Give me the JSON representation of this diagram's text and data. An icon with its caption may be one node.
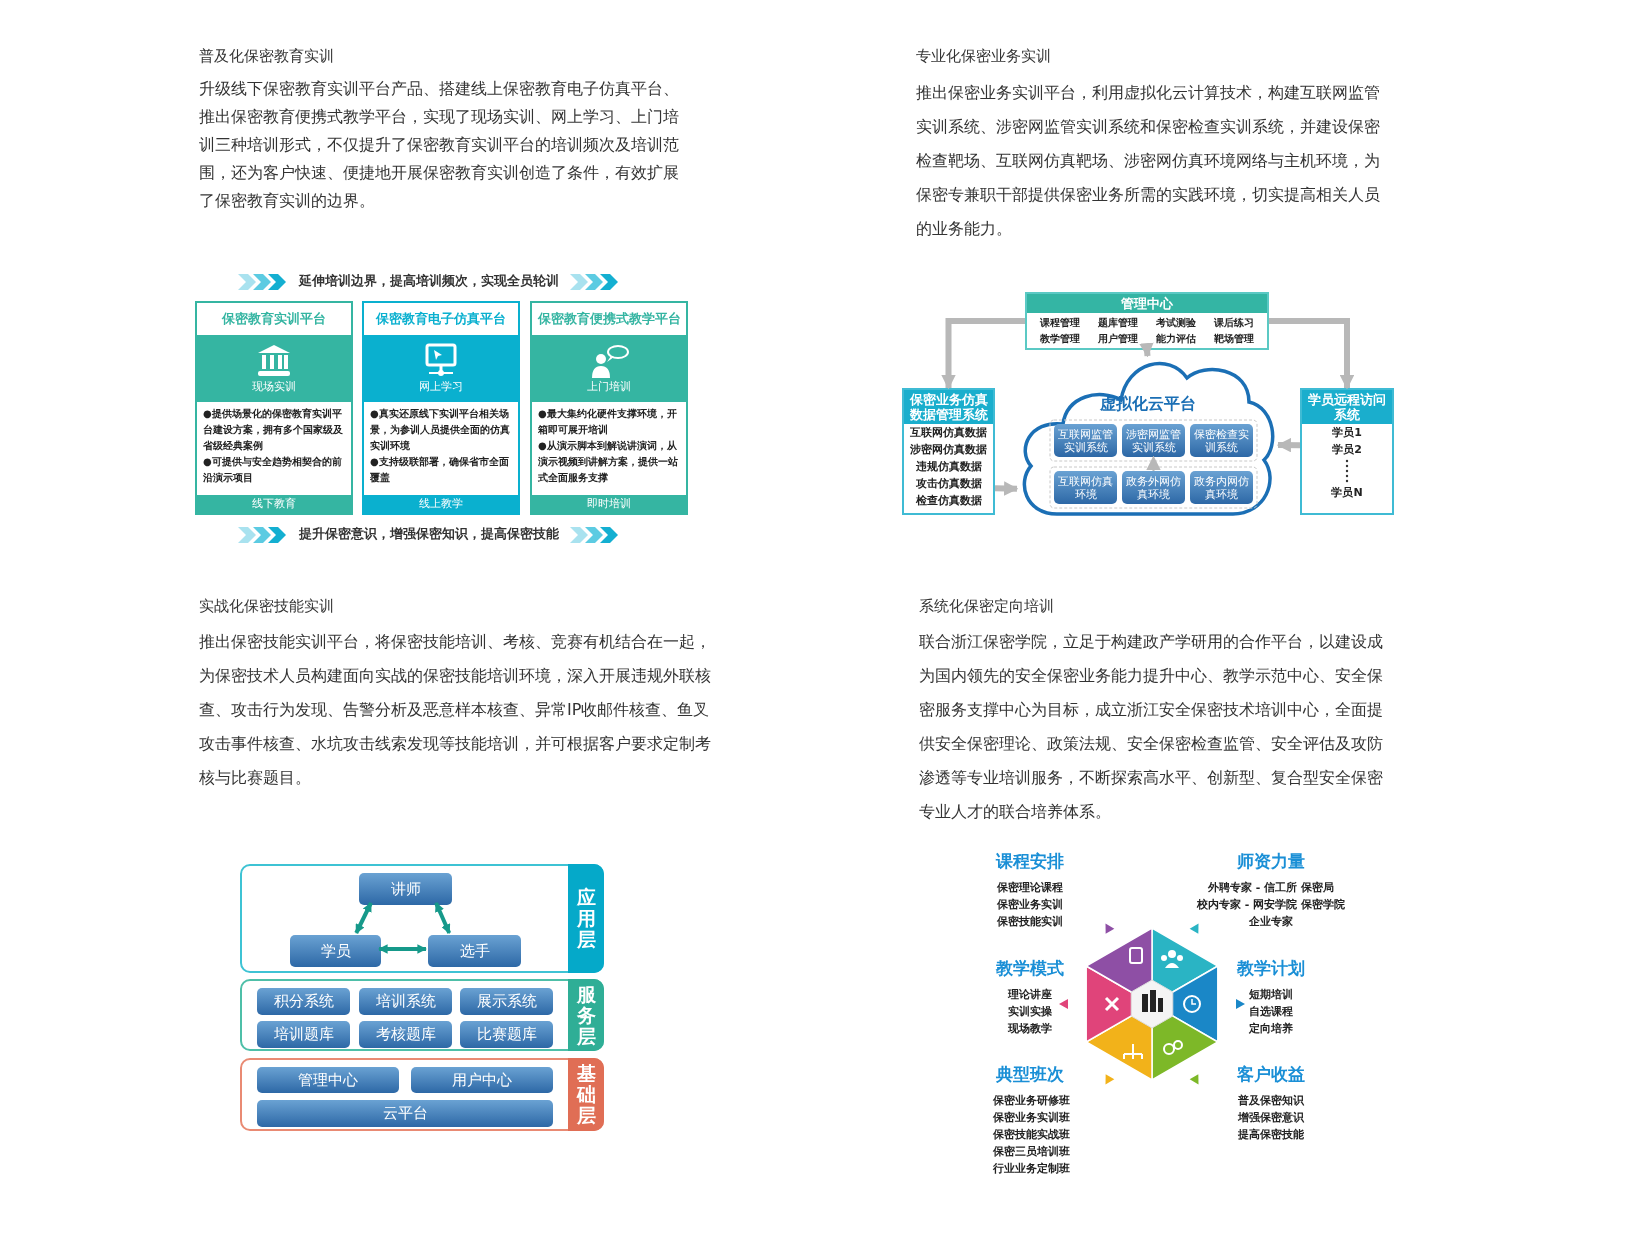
{
  "diagram": {
    "nodes": [
      {
        "text": [
          "保密教育实训平台",
          "现场实训",
          "●提供场景化的保密教育实训平台建设方案，拥有多个国家级及省级经典案例",
          "●可提供与安全趋势相契合的前沿演示项目",
          "线下教育"
        ]
      },
      {
        "text": [
          "保密教育电子仿真平台",
          "网上学习",
          "●真实还原线下实训平台相关场景，为参训人员提供全面的仿真实训环境",
          "●支持级联部署，确保省市全面覆盖",
          "线上教学"
        ]
      },
      {
        "text": [
          "保密教育便携式教学平台",
          "上门培训",
          "●最大集约化硬件支撑环境，开箱即可展开培训",
          "●从演示脚本到解说讲演词，从演示视频到讲解方案，提供一站式全面服务支撑",
          "即时培训"
        ]
      },
      {
        "text": [
          "管理中心",
          "课程管理",
          "题库管理",
          "考试测验",
          "课后练习",
          "教学管理",
          "用户管理",
          "能力评估",
          "靶场管理"
        ]
      },
      {
        "text": [
          "保密业务仿真数据管理系统",
          "互联网仿真数据",
          "涉密网仿真数据",
          "违规仿真数据",
          "攻击仿真数据",
          "检查仿真数据"
        ]
      },
      {
        "text": [
          "虚拟化云平台"
        ]
      },
      {
        "text": [
          "互联网监管实训系统"
        ],
        "in": 5
      },
      {
        "text": [
          "涉密网监管实训系统"
        ],
        "in": 5
      },
      {
        "text": [
          "保密检查实训系统"
        ],
        "in": 5
      },
      {
        "text": [
          "互联网仿真环境"
        ],
        "in": 5
      },
      {
        "text": [
          "政务外网仿真环境"
        ],
        "in": 5
      },
      {
        "text": [
          "政务内网仿真环境"
        ],
        "in": 5
      },
      {
        "text": [
          "学员远程访问系统",
          "学员1",
          "学员2",
          "学员N"
        ]
      },
      {
        "text": [
          "应用层"
        ]
      },
      {
        "text": [
          "讲师"
        ],
        "in": 13
      },
      {
        "text": [
          "学员"
        ],
        "in": 13
      },
      {
        "text": [
          "选手"
        ],
        "in": 13
      },
      {
        "text": [
          "服务层"
        ]
      },
      {
        "text": [
          "积分系统"
        ],
        "in": 17
      },
      {
        "text": [
          "培训系统"
        ],
        "in": 17
      },
      {
        "text": [
          "展示系统"
        ],
        "in": 17
      },
      {
        "text": [
          "培训题库"
        ],
        "in": 17
      },
      {
        "text": [
          "考核题库"
        ],
        "in": 17
      },
      {
        "text": [
          "比赛题库"
        ],
        "in": 17
      },
      {
        "text": [
          "基础层"
        ]
      },
      {
        "text": [
          "管理中心"
        ],
        "in": 24
      },
      {
        "text": [
          "用户中心"
        ],
        "in": 24
      },
      {
        "text": [
          "云平台"
        ],
        "in": 24
      }
    ],
    "edges": [
      {
        "from": 3,
        "to": 4,
        "arrow": "to"
      },
      {
        "from": 3,
        "to": 5,
        "arrow": "to"
      },
      {
        "from": 3,
        "to": 12,
        "arrow": "to"
      },
      {
        "from": 4,
        "to": 5,
        "arrow": "to"
      },
      {
        "from": 12,
        "to": 5,
        "arrow": "to"
      },
      {
        "from": 10,
        "to": 7,
        "arrow": "to",
        "style": "dashed"
      },
      {
        "from": 14,
        "to": 15,
        "arrow": "both",
        "color": "#16998a"
      },
      {
        "from": 14,
        "to": 16,
        "arrow": "both",
        "color": "#16998a"
      },
      {
        "from": 15,
        "to": 16,
        "arrow": "both",
        "color": "#16998a"
      }
    ],
    "labels": [
      "普及化保密教育实训",
      "升级线下保密教育实训平台产品、搭建线上保密教育电子仿真平台、推出保密教育便携式教学平台，实现了现场实训、网上学习、上门培训三种培训形式，不仅提升了保密教育实训平台的培训频次及培训范围，还为客户快速、便捷地开展保密教育实训创造了条件，有效扩展了保密教育实训的边界。",
      "专业化保密业务实训",
      "推出保密业务实训平台，利用虚拟化云计算技术，构建互联网监管实训系统、涉密网监管实训系统和保密检查实训系统，并建设保密检查靶场、互联网仿真靶场、涉密网仿真环境网络与主机环境，为保密专兼职干部提供保密业务所需的实践环境，切实提高相关人员的业务能力。",
      "延伸培训边界，提高培训频次，实现全员轮训",
      "提升保密意识，增强保密知识，提高保密技能",
      "实战化保密技能实训",
      "推出保密技能实训平台，将保密技能培训、考核、竞赛有机结合在一起，为保密技术人员构建面向实战的保密技能培训环境，深入开展违规外联核查、攻击行为发现、告警分析及恶意样本核查、异常IP收邮件核查、鱼叉攻击事件核查、水坑攻击线索发现等技能培训，并可根据客户要求定制考核与比赛题目。",
      "系统化保密定向培训",
      "联合浙江保密学院，立足于构建政产学研用的合作平台，以建设成为国内领先的安全保密业务能力提升中心、教学示范中心、安全保密服务支撑中心为目标，成立浙江安全保密技术培训中心，全面提供安全保密理论、政策法规、安全保密检查监管、安全评估及攻防渗透等专业培训服务，不断探索高水平、创新型、复合型安全保密专业人才的联合培养体系。",
      "课程安排",
      "保密理论课程",
      "保密业务实训",
      "保密技能实训",
      "师资力量",
      "外聘专家 - 信工所 保密局",
      "校内专家 - 网安学院 保密学院",
      "企业专家",
      "教学模式",
      "理论讲座",
      "实训实操",
      "现场教学",
      "教学计划",
      "短期培训",
      "自选课程",
      "定向培养",
      "典型班次",
      "保密业务研修班",
      "保密业务实训班",
      "保密技能实战班",
      "保密三员培训班",
      "行业业务定制班",
      "客户收益",
      "普及保密知识",
      "增强保密意识",
      "提高保密技能"
    ]
  }
}
